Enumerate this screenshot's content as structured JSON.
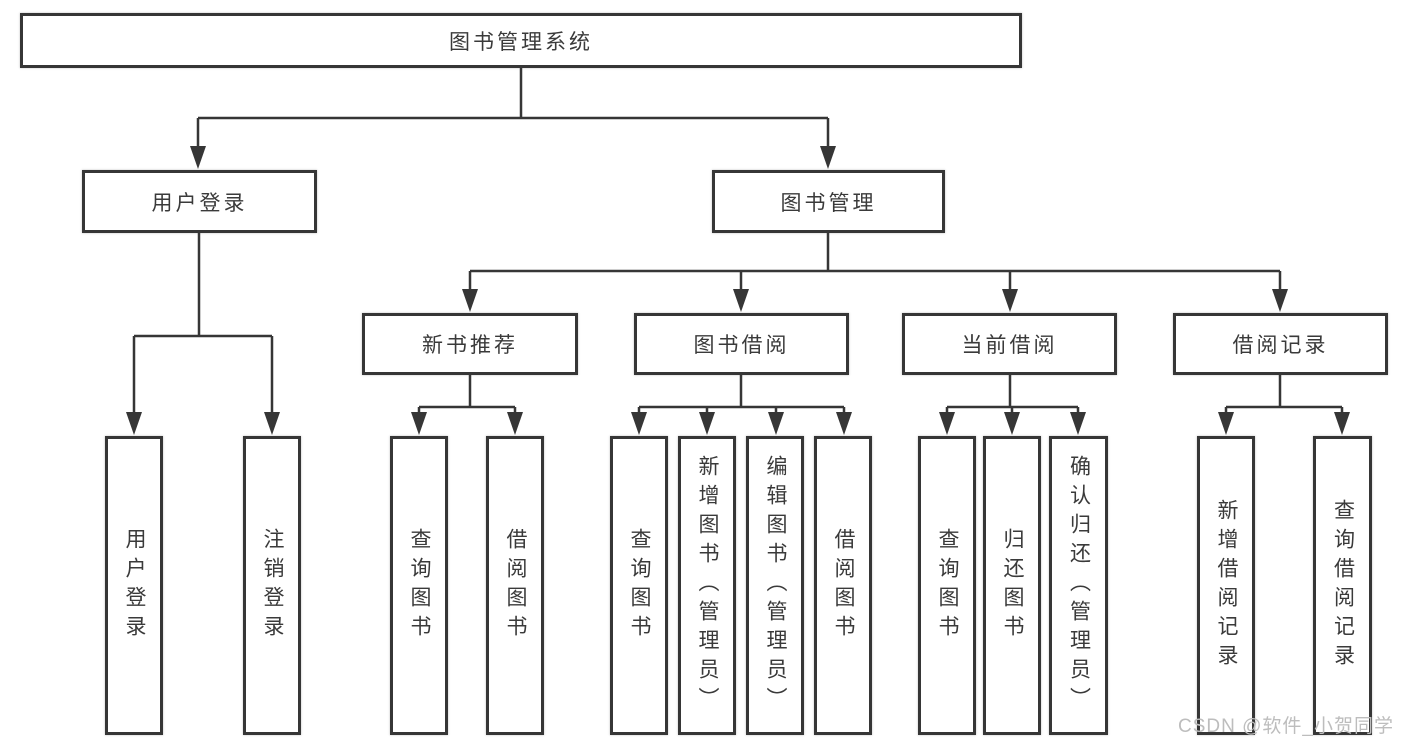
{
  "diagram": {
    "root": {
      "label": "图书管理系统"
    },
    "user_login": {
      "label": "用户登录",
      "children": [
        {
          "label": "用户登录"
        },
        {
          "label": "注销登录"
        }
      ]
    },
    "book_mgmt": {
      "label": "图书管理",
      "children": [
        {
          "label": "新书推荐",
          "children": [
            {
              "label": "查询图书"
            },
            {
              "label": "借阅图书"
            }
          ]
        },
        {
          "label": "图书借阅",
          "children": [
            {
              "label": "查询图书"
            },
            {
              "label": "新增图书（管理员）"
            },
            {
              "label": "编辑图书（管理员）"
            },
            {
              "label": "借阅图书"
            }
          ]
        },
        {
          "label": "当前借阅",
          "children": [
            {
              "label": "查询图书"
            },
            {
              "label": "归还图书"
            },
            {
              "label": "确认归还（管理员）"
            }
          ]
        },
        {
          "label": "借阅记录",
          "children": [
            {
              "label": "新增借阅记录"
            },
            {
              "label": "查询借阅记录"
            }
          ]
        }
      ]
    },
    "watermark": "CSDN @软件_小贺同学",
    "colors": {
      "line": "#363636",
      "text": "#3a3a3a",
      "watermark": "#bdbdbd",
      "background": "#ffffff"
    }
  }
}
